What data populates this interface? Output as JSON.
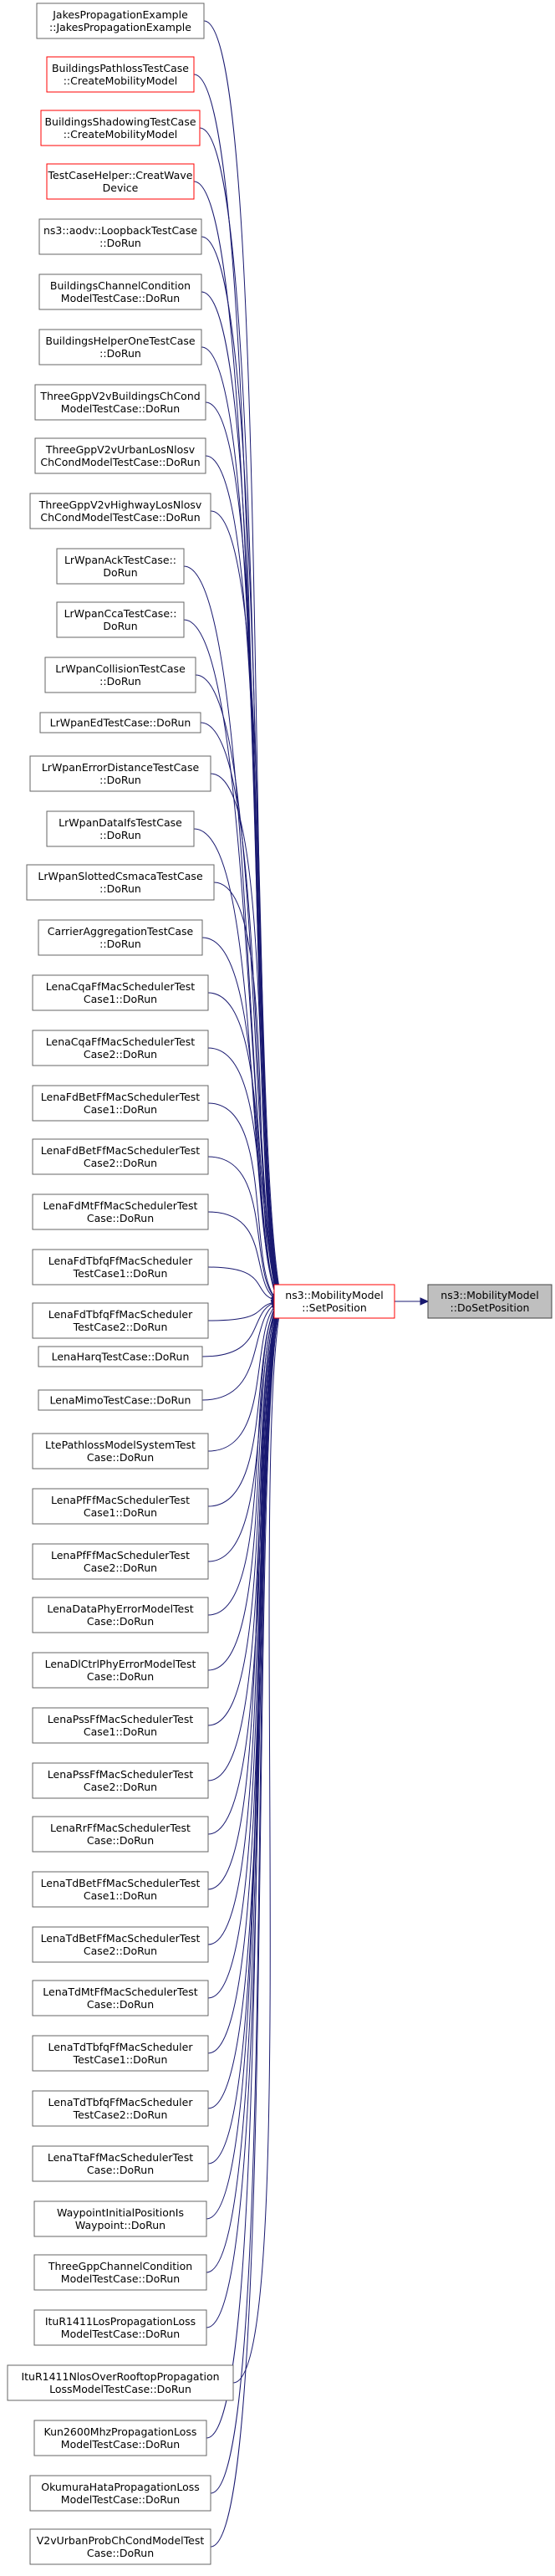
{
  "graph": {
    "target": {
      "lines": [
        "ns3::MobilityModel",
        "::DoSetPosition"
      ],
      "fill": "#bfbfbf",
      "stroke": "#404040"
    },
    "hub": {
      "lines": [
        "ns3::MobilityModel",
        "::SetPosition"
      ],
      "fill": "#ffffff",
      "stroke": "#ff0000"
    },
    "edge_color": "#191970",
    "callers": [
      {
        "lines": [
          "JakesPropagationExample",
          "::JakesPropagationExample"
        ],
        "border": "#666666"
      },
      {
        "lines": [
          "BuildingsPathlossTestCase",
          "::CreateMobilityModel"
        ],
        "border": "#ff0000"
      },
      {
        "lines": [
          "BuildingsShadowingTestCase",
          "::CreateMobilityModel"
        ],
        "border": "#ff0000"
      },
      {
        "lines": [
          "TestCaseHelper::CreatWave",
          "Device"
        ],
        "border": "#ff0000"
      },
      {
        "lines": [
          "ns3::aodv::LoopbackTestCase",
          "::DoRun"
        ],
        "border": "#666666"
      },
      {
        "lines": [
          "BuildingsChannelCondition",
          "ModelTestCase::DoRun"
        ],
        "border": "#666666"
      },
      {
        "lines": [
          "BuildingsHelperOneTestCase",
          "::DoRun"
        ],
        "border": "#666666"
      },
      {
        "lines": [
          "ThreeGppV2vBuildingsChCond",
          "ModelTestCase::DoRun"
        ],
        "border": "#666666"
      },
      {
        "lines": [
          "ThreeGppV2vUrbanLosNlosv",
          "ChCondModelTestCase::DoRun"
        ],
        "border": "#666666"
      },
      {
        "lines": [
          "ThreeGppV2vHighwayLosNlosv",
          "ChCondModelTestCase::DoRun"
        ],
        "border": "#666666"
      },
      {
        "lines": [
          "LrWpanAckTestCase::",
          "DoRun"
        ],
        "border": "#666666"
      },
      {
        "lines": [
          "LrWpanCcaTestCase::",
          "DoRun"
        ],
        "border": "#666666"
      },
      {
        "lines": [
          "LrWpanCollisionTestCase",
          "::DoRun"
        ],
        "border": "#666666"
      },
      {
        "lines": [
          "LrWpanEdTestCase::DoRun"
        ],
        "border": "#666666"
      },
      {
        "lines": [
          "LrWpanErrorDistanceTestCase",
          "::DoRun"
        ],
        "border": "#666666"
      },
      {
        "lines": [
          "LrWpanDataIfsTestCase",
          "::DoRun"
        ],
        "border": "#666666"
      },
      {
        "lines": [
          "LrWpanSlottedCsmacaTestCase",
          "::DoRun"
        ],
        "border": "#666666"
      },
      {
        "lines": [
          "CarrierAggregationTestCase",
          "::DoRun"
        ],
        "border": "#666666"
      },
      {
        "lines": [
          "LenaCqaFfMacSchedulerTest",
          "Case1::DoRun"
        ],
        "border": "#666666"
      },
      {
        "lines": [
          "LenaCqaFfMacSchedulerTest",
          "Case2::DoRun"
        ],
        "border": "#666666"
      },
      {
        "lines": [
          "LenaFdBetFfMacSchedulerTest",
          "Case1::DoRun"
        ],
        "border": "#666666"
      },
      {
        "lines": [
          "LenaFdBetFfMacSchedulerTest",
          "Case2::DoRun"
        ],
        "border": "#666666"
      },
      {
        "lines": [
          "LenaFdMtFfMacSchedulerTest",
          "Case::DoRun"
        ],
        "border": "#666666"
      },
      {
        "lines": [
          "LenaFdTbfqFfMacScheduler",
          "TestCase1::DoRun"
        ],
        "border": "#666666"
      },
      {
        "lines": [
          "LenaFdTbfqFfMacScheduler",
          "TestCase2::DoRun"
        ],
        "border": "#666666"
      },
      {
        "lines": [
          "LenaHarqTestCase::DoRun"
        ],
        "border": "#666666"
      },
      {
        "lines": [
          "LenaMimoTestCase::DoRun"
        ],
        "border": "#666666"
      },
      {
        "lines": [
          "LtePathlossModelSystemTest",
          "Case::DoRun"
        ],
        "border": "#666666"
      },
      {
        "lines": [
          "LenaPfFfMacSchedulerTest",
          "Case1::DoRun"
        ],
        "border": "#666666"
      },
      {
        "lines": [
          "LenaPfFfMacSchedulerTest",
          "Case2::DoRun"
        ],
        "border": "#666666"
      },
      {
        "lines": [
          "LenaDataPhyErrorModelTest",
          "Case::DoRun"
        ],
        "border": "#666666"
      },
      {
        "lines": [
          "LenaDlCtrlPhyErrorModelTest",
          "Case::DoRun"
        ],
        "border": "#666666"
      },
      {
        "lines": [
          "LenaPssFfMacSchedulerTest",
          "Case1::DoRun"
        ],
        "border": "#666666"
      },
      {
        "lines": [
          "LenaPssFfMacSchedulerTest",
          "Case2::DoRun"
        ],
        "border": "#666666"
      },
      {
        "lines": [
          "LenaRrFfMacSchedulerTest",
          "Case::DoRun"
        ],
        "border": "#666666"
      },
      {
        "lines": [
          "LenaTdBetFfMacSchedulerTest",
          "Case1::DoRun"
        ],
        "border": "#666666"
      },
      {
        "lines": [
          "LenaTdBetFfMacSchedulerTest",
          "Case2::DoRun"
        ],
        "border": "#666666"
      },
      {
        "lines": [
          "LenaTdMtFfMacSchedulerTest",
          "Case::DoRun"
        ],
        "border": "#666666"
      },
      {
        "lines": [
          "LenaTdTbfqFfMacScheduler",
          "TestCase1::DoRun"
        ],
        "border": "#666666"
      },
      {
        "lines": [
          "LenaTdTbfqFfMacScheduler",
          "TestCase2::DoRun"
        ],
        "border": "#666666"
      },
      {
        "lines": [
          "LenaTtaFfMacSchedulerTest",
          "Case::DoRun"
        ],
        "border": "#666666"
      },
      {
        "lines": [
          "WaypointInitialPositionIs",
          "Waypoint::DoRun"
        ],
        "border": "#666666"
      },
      {
        "lines": [
          "ThreeGppChannelCondition",
          "ModelTestCase::DoRun"
        ],
        "border": "#666666"
      },
      {
        "lines": [
          "ItuR1411LosPropagationLoss",
          "ModelTestCase::DoRun"
        ],
        "border": "#666666"
      },
      {
        "lines": [
          "ItuR1411NlosOverRooftopPropagation",
          "LossModelTestCase::DoRun"
        ],
        "border": "#666666"
      },
      {
        "lines": [
          "Kun2600MhzPropagationLoss",
          "ModelTestCase::DoRun"
        ],
        "border": "#666666"
      },
      {
        "lines": [
          "OkumuraHataPropagationLoss",
          "ModelTestCase::DoRun"
        ],
        "border": "#666666"
      },
      {
        "lines": [
          "V2vUrbanProbChCondModelTest",
          "Case::DoRun"
        ],
        "border": "#666666"
      }
    ]
  }
}
